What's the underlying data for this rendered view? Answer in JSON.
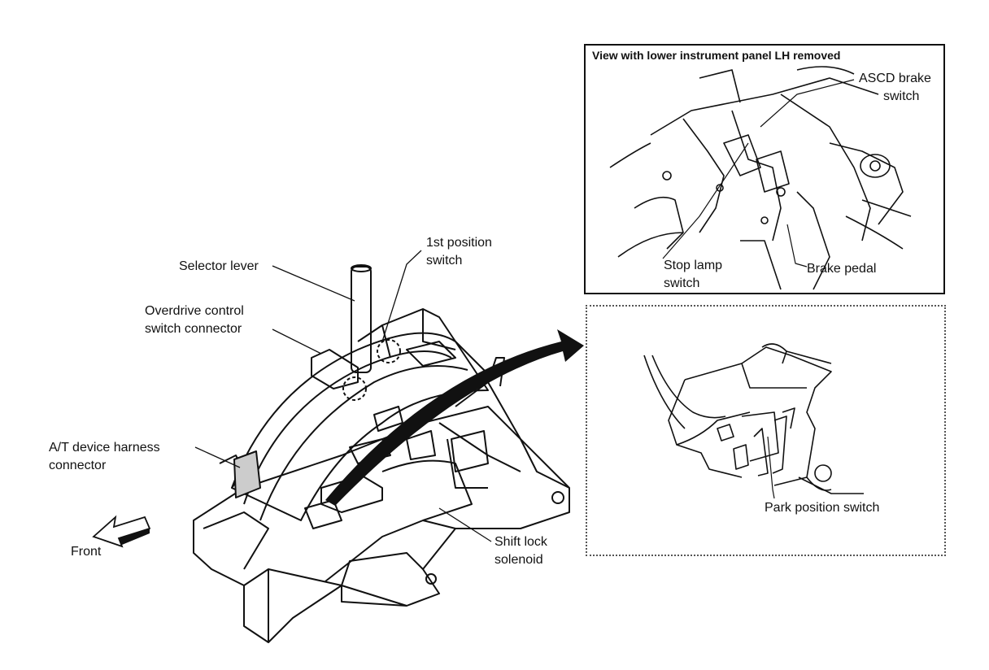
{
  "main_labels": {
    "selector_lever": "Selector lever",
    "first_position_switch": [
      "1st position",
      "switch"
    ],
    "overdrive_connector": [
      "Overdrive control",
      "switch connector"
    ],
    "at_harness": [
      "A/T device harness",
      "connector"
    ],
    "front": "Front",
    "shift_lock": [
      "Shift lock",
      "solenoid"
    ]
  },
  "inset_top": {
    "title": "View with lower instrument panel LH removed",
    "ascd_brake_switch": [
      "ASCD brake",
      "switch"
    ],
    "stop_lamp_switch": [
      "Stop lamp",
      "switch"
    ],
    "brake_pedal": "Brake pedal"
  },
  "inset_bottom": {
    "park_position_switch": "Park position switch"
  }
}
